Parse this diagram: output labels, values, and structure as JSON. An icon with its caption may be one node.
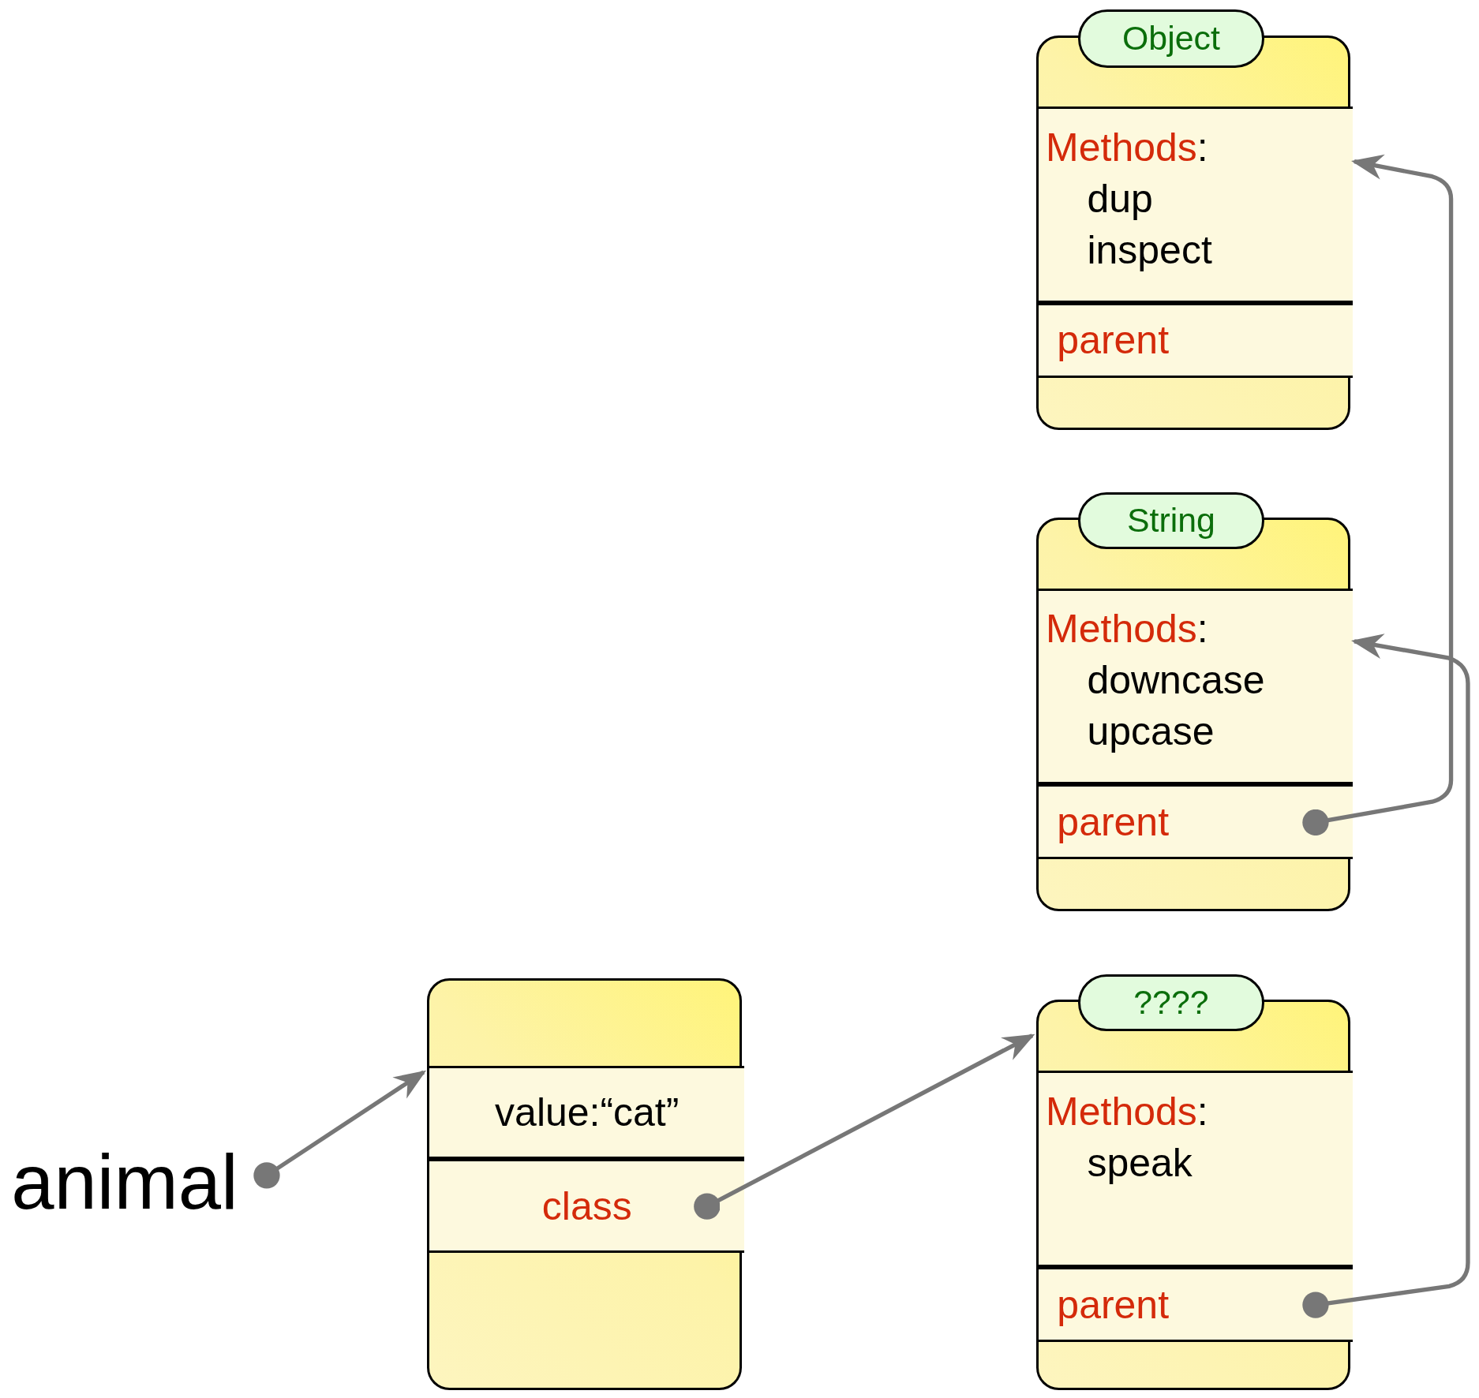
{
  "diagram": {
    "nodes": [
      {
        "text": [],
        "shape": "box"
      },
      {
        "text": [
          "Object"
        ]
      },
      {
        "text": [
          "Methods:",
          "dup",
          "inspect"
        ],
        "in": 0
      },
      {
        "text": [
          "parent"
        ],
        "in": 0
      },
      {
        "text": [],
        "shape": "box"
      },
      {
        "text": [
          "String"
        ]
      },
      {
        "text": [
          "Methods:",
          "downcase",
          "upcase"
        ],
        "in": 4
      },
      {
        "text": [
          "parent"
        ],
        "in": 4
      },
      {
        "text": [],
        "shape": "box"
      },
      {
        "text": [
          "value:“cat”"
        ],
        "in": 8
      },
      {
        "text": [
          "class"
        ],
        "in": 8
      },
      {
        "text": [],
        "shape": "box"
      },
      {
        "text": [
          "????"
        ]
      },
      {
        "text": [
          "Methods:",
          "speak"
        ],
        "in": 11
      },
      {
        "text": [
          "parent"
        ],
        "in": 11
      },
      {
        "text": [
          "animal"
        ]
      }
    ],
    "edges": [
      {
        "from": 15,
        "to": 8,
        "arrow": "to"
      },
      {
        "from": 10,
        "to": 11,
        "arrow": "to"
      },
      {
        "from": 7,
        "to": 0,
        "arrow": "to"
      },
      {
        "from": 14,
        "to": 4,
        "arrow": "to"
      }
    ]
  }
}
